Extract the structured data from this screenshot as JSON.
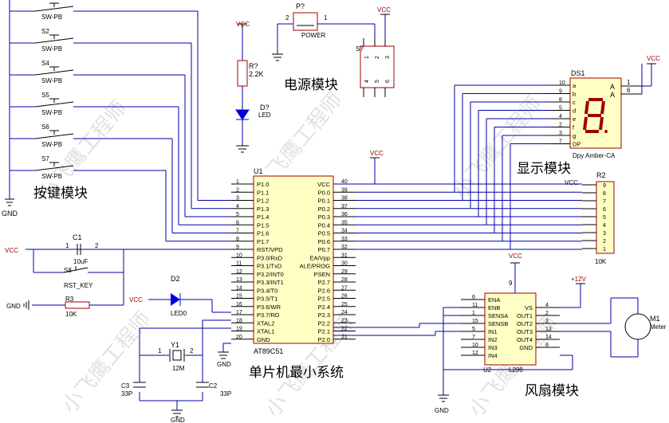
{
  "module_labels": {
    "keys": "按键模块",
    "power": "电源模块",
    "display": "显示模块",
    "mcu": "单片机最小系统",
    "fan": "风扇模块"
  },
  "watermark": "小飞鹰工程师",
  "net_labels": {
    "gnd": "GND",
    "vcc": "VCC",
    "plus12v": "+12V"
  },
  "switches": [
    {
      "ref": "",
      "value": "SW-PB"
    },
    {
      "ref": "S2",
      "value": "SW-PB"
    },
    {
      "ref": "S4",
      "value": "SW-PB"
    },
    {
      "ref": "S5",
      "value": "SW-PB"
    },
    {
      "ref": "S6",
      "value": "SW-PB"
    },
    {
      "ref": "S7",
      "value": "SW-PB"
    }
  ],
  "power": {
    "jack_ref": "P?",
    "jack_value": "POWER",
    "jack_pins": [
      "2",
      "1"
    ],
    "switch_ref": "S?",
    "switch_pins_top": [
      "1",
      "2",
      "3"
    ],
    "switch_pins_bottom": [
      "4",
      "5",
      "6"
    ],
    "resistor_ref": "R?",
    "resistor_value": "2.2K",
    "led_ref": "D?",
    "led_value": "LED"
  },
  "display": {
    "ref": "DS1",
    "value": "Dpy Amber-CA",
    "pin_numbers": [
      "10",
      "9",
      "8",
      "5",
      "4",
      "2",
      "3",
      "7"
    ],
    "segments": [
      "a",
      "b",
      "c",
      "d",
      "e",
      "f",
      "g",
      "DP"
    ],
    "anode_labels": [
      "A",
      "A"
    ],
    "anode_pins": [
      "1",
      "6"
    ]
  },
  "resistor_pack": {
    "ref": "R2",
    "value": "10K",
    "top_label": "VCC",
    "pins": [
      "9",
      "8",
      "7",
      "6",
      "5",
      "4",
      "3",
      "2",
      "1"
    ]
  },
  "mcu": {
    "ref": "U1",
    "name": "AT89C51",
    "left_pins": [
      {
        "num": "1",
        "name": "P1.0"
      },
      {
        "num": "2",
        "name": "P1.1"
      },
      {
        "num": "3",
        "name": "P1.2"
      },
      {
        "num": "4",
        "name": "P1.3"
      },
      {
        "num": "5",
        "name": "P1.4"
      },
      {
        "num": "6",
        "name": "P1.5"
      },
      {
        "num": "7",
        "name": "P1.6"
      },
      {
        "num": "8",
        "name": "P1.7"
      },
      {
        "num": "9",
        "name": "RST/VPD"
      },
      {
        "num": "10",
        "name": "P3.0/RxD"
      },
      {
        "num": "11",
        "name": "P3.1/TxD"
      },
      {
        "num": "12",
        "name": "P3.2/INT0"
      },
      {
        "num": "13",
        "name": "P3.3/INT1"
      },
      {
        "num": "14",
        "name": "P3.4/T0"
      },
      {
        "num": "15",
        "name": "P3.5/T1"
      },
      {
        "num": "16",
        "name": "P3.6/WR"
      },
      {
        "num": "17",
        "name": "P3.7/RD"
      },
      {
        "num": "18",
        "name": "XTAL2"
      },
      {
        "num": "19",
        "name": "XTAL1"
      },
      {
        "num": "20",
        "name": "GND"
      }
    ],
    "right_pins": [
      {
        "num": "40",
        "name": "VCC"
      },
      {
        "num": "39",
        "name": "P0.0"
      },
      {
        "num": "38",
        "name": "P0.1"
      },
      {
        "num": "37",
        "name": "P0.2"
      },
      {
        "num": "36",
        "name": "P0.3"
      },
      {
        "num": "35",
        "name": "P0.4"
      },
      {
        "num": "34",
        "name": "P0.5"
      },
      {
        "num": "33",
        "name": "P0.6"
      },
      {
        "num": "32",
        "name": "P0.7"
      },
      {
        "num": "31",
        "name": "EA/Vpp"
      },
      {
        "num": "30",
        "name": "ALE/PROG"
      },
      {
        "num": "29",
        "name": "PSEN"
      },
      {
        "num": "28",
        "name": "P2.7"
      },
      {
        "num": "27",
        "name": "P2.6"
      },
      {
        "num": "26",
        "name": "P2.5"
      },
      {
        "num": "25",
        "name": "P2.4"
      },
      {
        "num": "24",
        "name": "P2.3"
      },
      {
        "num": "23",
        "name": "P2.2"
      },
      {
        "num": "22",
        "name": "P2.1"
      },
      {
        "num": "21",
        "name": "P2.0"
      }
    ]
  },
  "reset": {
    "cap_ref": "C1",
    "cap_value": "10uF",
    "cap_pins": [
      "1",
      "2"
    ],
    "sw_ref": "S8",
    "sw_value": "RST_KEY",
    "res_ref": "R3",
    "res_value": "10K"
  },
  "led0": {
    "ref": "D2",
    "value": "LED0"
  },
  "crystal": {
    "ref": "Y1",
    "value": "12M",
    "pins": [
      "1",
      "2"
    ],
    "c3_ref": "C3",
    "c3_value": "33P",
    "c2_ref": "C2",
    "c2_value": "33P"
  },
  "driver": {
    "ref": "U2",
    "name": "L298",
    "vcc_label": "VCC",
    "vcc_pin": "9",
    "left_pins": [
      {
        "num": "6",
        "name": "ENA"
      },
      {
        "num": "11",
        "name": "ENB"
      },
      {
        "num": "1",
        "name": "SENSA"
      },
      {
        "num": "15",
        "name": "SENSB"
      },
      {
        "num": "5",
        "name": "IN1"
      },
      {
        "num": "7",
        "name": "IN2"
      },
      {
        "num": "10",
        "name": "IN3"
      },
      {
        "num": "12",
        "name": "IN4"
      }
    ],
    "right_pins": [
      {
        "num": "4",
        "name": "VS"
      },
      {
        "num": "2",
        "name": "OUT1"
      },
      {
        "num": "3",
        "name": "OUT2"
      },
      {
        "num": "13",
        "name": "OUT3"
      },
      {
        "num": "14",
        "name": "OUT4"
      },
      {
        "num": "8",
        "name": "GND"
      }
    ]
  },
  "motor": {
    "ref": "M1",
    "value": "Meter"
  }
}
